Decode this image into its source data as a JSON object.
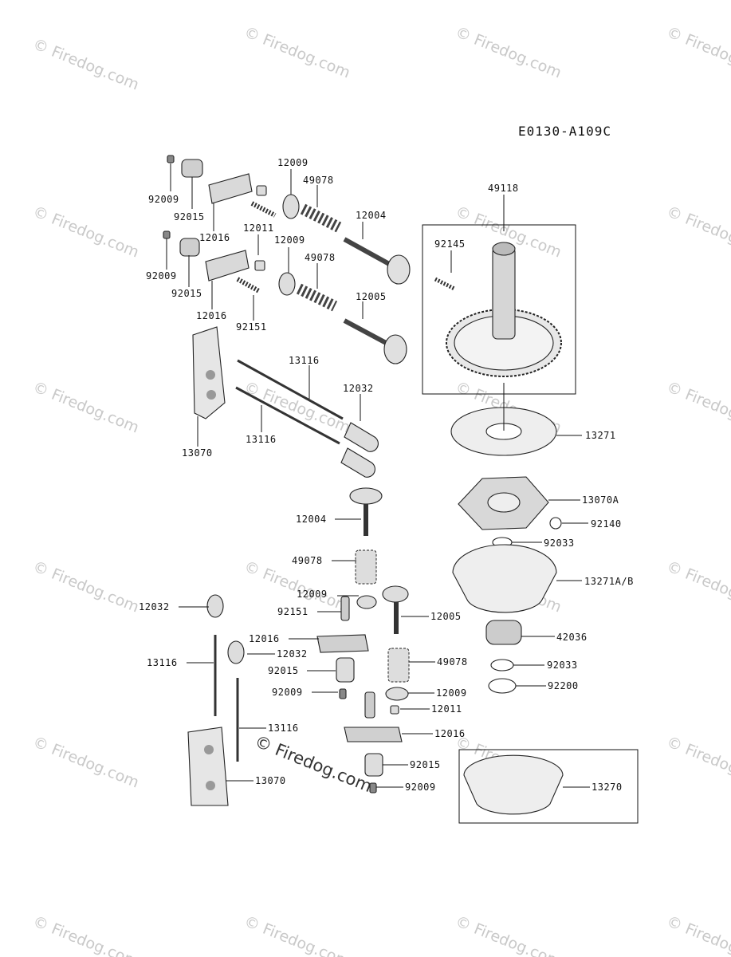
{
  "diagram": {
    "code": "E0130-A109C",
    "labels": {
      "l92009a": "92009",
      "l92015a": "92015",
      "l12016a": "12016",
      "l12009a": "12009",
      "l49078a": "49078",
      "l12004a": "12004",
      "l12011a": "12011",
      "l92009b": "92009",
      "l92015b": "92015",
      "l12016b": "12016",
      "l12009b": "12009",
      "l49078b": "49078",
      "l92151a": "92151",
      "l12005a": "12005",
      "l13116a": "13116",
      "l12032a": "12032",
      "l13116b": "13116",
      "l13070a": "13070",
      "l49118": "49118",
      "l92145": "92145",
      "l13271": "13271",
      "l13070A": "13070A",
      "l92140": "92140",
      "l92033a": "92033",
      "l13271AB": "13271A/B",
      "l42036": "42036",
      "l92033b": "92033",
      "l92200": "92200",
      "l12004b": "12004",
      "l49078c": "49078",
      "l12009c": "12009",
      "l92151b": "92151",
      "l12005b": "12005",
      "l12032b": "12032",
      "l12016c": "12016",
      "l12032c": "12032",
      "l13116c": "13116",
      "l92015c": "92015",
      "l49078d": "49078",
      "l92009c": "92009",
      "l12009d": "12009",
      "l12011b": "12011",
      "l13116d": "13116",
      "l12016d": "12016",
      "l92015d": "92015",
      "l13070b": "13070",
      "l92009d": "92009",
      "l13270": "13270"
    }
  },
  "watermark": {
    "text": "© Firedog.com",
    "center_text": "© Firedog.com"
  }
}
